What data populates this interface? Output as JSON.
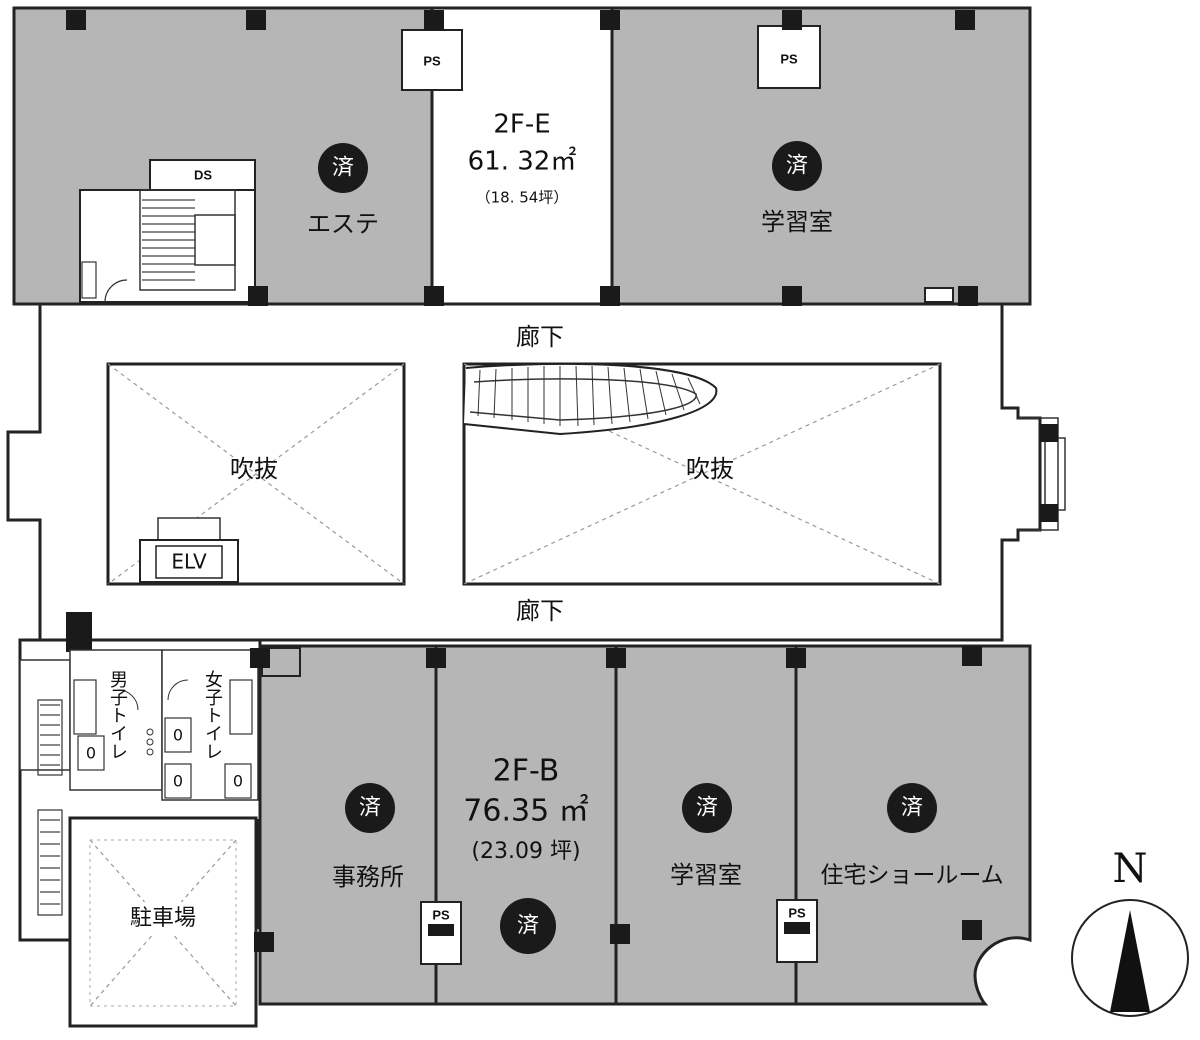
{
  "colors": {
    "tenant_fill": "#b6b6b6",
    "vacant_fill": "#ffffff",
    "wall": "#222222",
    "badge": "#1a1a1a"
  },
  "rooms": {
    "esthe": {
      "label": "エステ",
      "status": "済"
    },
    "e2f": {
      "name": "2F-E",
      "area": "61. 32㎡",
      "tsubo": "（18. 54坪）"
    },
    "study_top": {
      "label": "学習室",
      "status": "済"
    },
    "office": {
      "label": "事務所",
      "status": "済"
    },
    "b2f": {
      "name": "2F-B",
      "area": "76.35 ㎡",
      "tsubo": "(23.09 坪)",
      "status": "済"
    },
    "study_bottom": {
      "label": "学習室",
      "status": "済"
    },
    "showroom": {
      "label": "住宅ショールーム",
      "status": "済"
    },
    "parking": {
      "label": "駐車場"
    },
    "mens_toilet": {
      "label": "男子トイレ"
    },
    "womens_toilet": {
      "label": "女子トイレ"
    }
  },
  "corridor_top": "廊下",
  "corridor_bottom": "廊下",
  "void_left": "吹抜",
  "void_right": "吹抜",
  "elevator": "ELV",
  "shafts": {
    "ps": "PS",
    "ds": "DS"
  },
  "toilet_zero": "0",
  "north": "N"
}
